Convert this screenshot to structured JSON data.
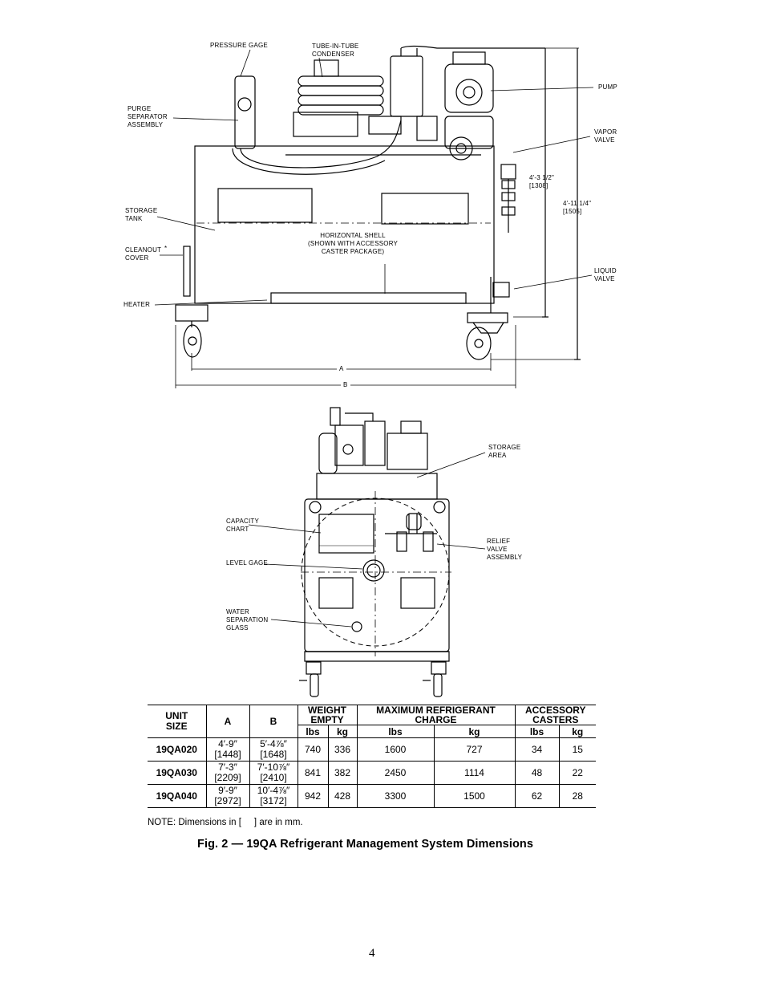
{
  "top_view_labels": {
    "pressure_gage": "PRESSURE GAGE",
    "condenser": "TUBE-IN-TUBE\nCONDENSER",
    "pump": "PUMP",
    "purge": "PURGE\nSEPARATOR\nASSEMBLY",
    "vapor_valve": "VAPOR\nVALVE",
    "dim_1": "4'-3 1/2\"\n[1308]",
    "dim_2": "4'-11 1/4\"\n[1505]",
    "storage_tank": "STORAGE\nTANK",
    "horizontal_shell": "HORIZONTAL SHELL\n(SHOWN WITH ACCESSORY\nCASTER PACKAGE)",
    "cleanout": "CLEANOUT\nCOVER",
    "cleanout_mark": "*",
    "liquid_valve": "LIQUID\nVALVE",
    "heater": "HEATER",
    "dim_a": "A",
    "dim_b": "B"
  },
  "end_view_labels": {
    "storage_area": "STORAGE\nAREA",
    "capacity_chart": "CAPACITY\nCHART",
    "relief_valve": "RELIEF\nVALVE\nASSEMBLY",
    "level_gage": "LEVEL GAGE",
    "water_glass": "WATER\nSEPARATION\nGLASS"
  },
  "table": {
    "headers": {
      "unit_size": "UNIT\nSIZE",
      "a": "A",
      "b": "B",
      "weight": "WEIGHT\nEMPTY",
      "max_charge": "MAXIMUM REFRIGERANT\nCHARGE",
      "casters": "ACCESSORY\nCASTERS",
      "lbs": "lbs",
      "kg": "kg"
    },
    "rows": [
      {
        "unit": "19QA020",
        "a": "4′-9″",
        "a_mm": "[1448]",
        "b": "5′-4⅞″",
        "b_mm": "[1648]",
        "w_lbs": "740",
        "w_kg": "336",
        "c_lbs": "1600",
        "c_kg": "727",
        "cas_lbs": "34",
        "cas_kg": "15"
      },
      {
        "unit": "19QA030",
        "a": "7′-3″",
        "a_mm": "[2209]",
        "b": "7′-10⅞″",
        "b_mm": "[2410]",
        "w_lbs": "841",
        "w_kg": "382",
        "c_lbs": "2450",
        "c_kg": "1114",
        "cas_lbs": "48",
        "cas_kg": "22"
      },
      {
        "unit": "19QA040",
        "a": "9′-9″",
        "a_mm": "[2972]",
        "b": "10′-4⅞″",
        "b_mm": "[3172]",
        "w_lbs": "942",
        "w_kg": "428",
        "c_lbs": "3300",
        "c_kg": "1500",
        "cas_lbs": "62",
        "cas_kg": "28"
      }
    ]
  },
  "note": "NOTE: Dimensions in [     ] are in mm.",
  "caption": "Fig. 2 — 19QA Refrigerant Management System Dimensions",
  "page_number": "4"
}
